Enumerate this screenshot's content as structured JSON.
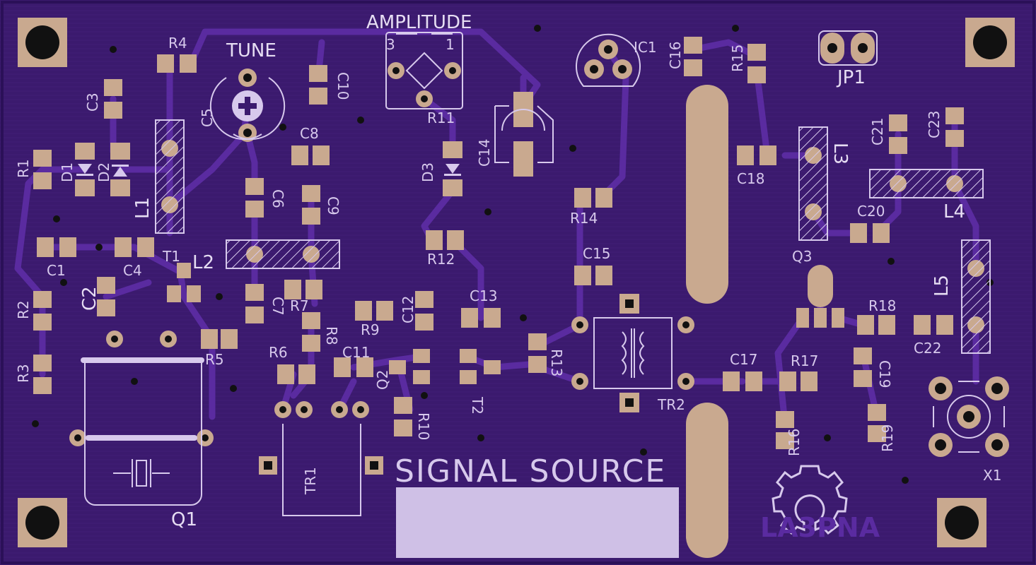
{
  "board": {
    "title": "SIGNAL SOURCE",
    "logo_text": "LA3PNA",
    "colors": {
      "substrate": "#3b1a6e",
      "trace": "#5a2ba0",
      "pad": "#c9a98f",
      "silk": "#d7c9ec"
    }
  },
  "labels": {
    "tune": "TUNE",
    "amplitude": "AMPLITUDE",
    "pot_pin3": "3",
    "pot_pin1": "1"
  },
  "components": {
    "R1": "R1",
    "R2": "R2",
    "R3": "R3",
    "R4": "R4",
    "R5": "R5",
    "R6": "R6",
    "R7": "R7",
    "R8": "R8",
    "R9": "R9",
    "R10": "R10",
    "R11": "R11",
    "R12": "R12",
    "R13": "R13",
    "R14": "R14",
    "R15": "R15",
    "R16": "R16",
    "R17": "R17",
    "R18": "R18",
    "R19": "R19",
    "C1": "C1",
    "C2": "C2",
    "C3": "C3",
    "C4": "C4",
    "C5": "C5",
    "C6": "C6",
    "C7": "C7",
    "C8": "C8",
    "C9": "C9",
    "C10": "C10",
    "C11": "C11",
    "C12": "C12",
    "C13": "C13",
    "C14": "C14",
    "C15": "C15",
    "C16": "C16",
    "C17": "C17",
    "C18": "C18",
    "C19": "C19",
    "C20": "C20",
    "C21": "C21",
    "C22": "C22",
    "C23": "C23",
    "D1": "D1",
    "D2": "D2",
    "D3": "D3",
    "L1": "L1",
    "L2": "L2",
    "L3": "L3",
    "L4": "L4",
    "L5": "L5",
    "T1": "T1",
    "T2": "T2",
    "TR1": "TR1",
    "TR2": "TR2",
    "Q1": "Q1",
    "Q2": "Q2",
    "Q3": "Q3",
    "IC1": "IC1",
    "JP1": "JP1",
    "X1": "X1"
  }
}
